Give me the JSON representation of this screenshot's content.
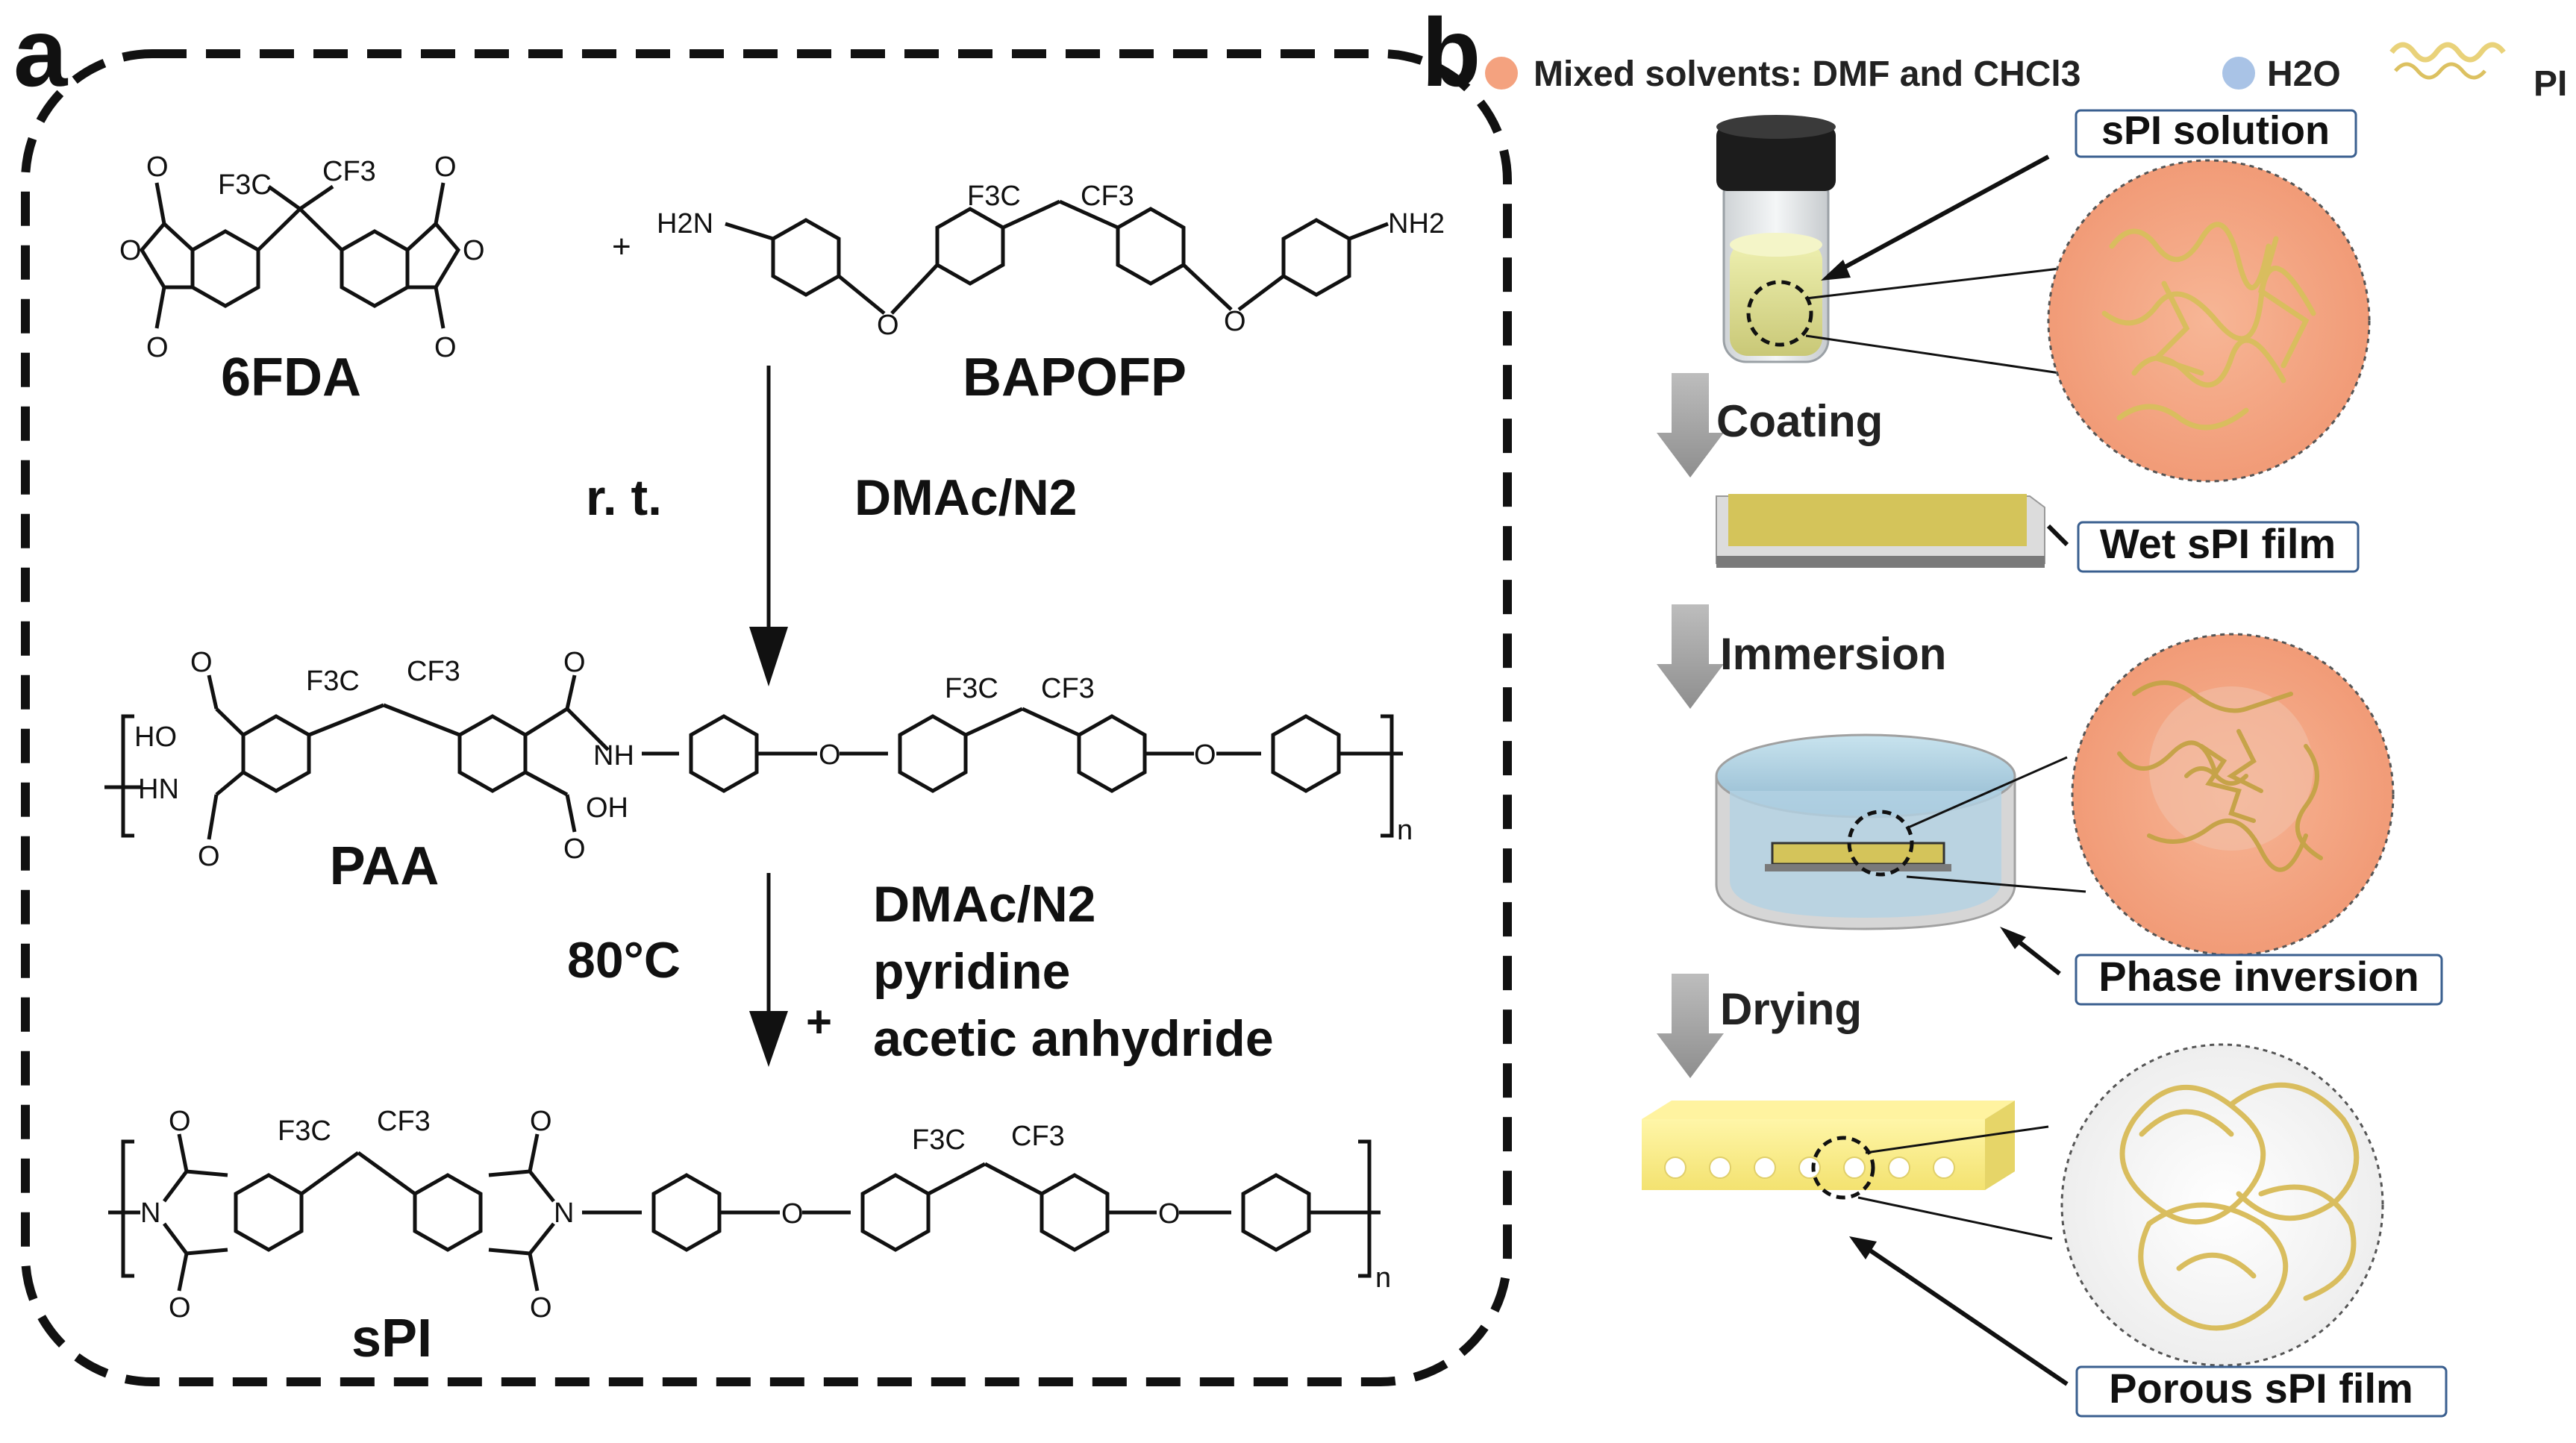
{
  "panel_a": {
    "label": "a",
    "monomer1": {
      "name": "6FDA",
      "carbonyl_o": "O",
      "ring_o": "O",
      "cf3_left": "F3C",
      "cf3_right": "CF3"
    },
    "plus_sign": "+",
    "monomer2": {
      "name": "BAPOFP",
      "amine_left": "H2N",
      "amine_right": "NH2",
      "ether_o": "O",
      "cf3_left": "F3C",
      "cf3_right": "CF3"
    },
    "step1": {
      "left": "r. t.",
      "right": "DMAc/N2"
    },
    "paa": {
      "name": "PAA",
      "ho": "HO",
      "oh": "OH",
      "hn": "HN",
      "nh": "NH",
      "o": "O",
      "n": "n",
      "cf3_left": "F3C",
      "cf3_right": "CF3"
    },
    "step2": {
      "left": "80°C",
      "plus": "+",
      "line1": "DMAc/N2",
      "line2": "pyridine",
      "line3": "acetic anhydride"
    },
    "spi": {
      "name": "sPI",
      "n_atom": "N",
      "o": "O",
      "n": "n",
      "cf3_left": "F3C",
      "cf3_right": "CF3"
    }
  },
  "panel_b": {
    "label": "b",
    "legend": {
      "mixed": "Mixed solvents: DMF and CHCl3",
      "water": "H2O",
      "pi": "PI"
    },
    "colors": {
      "solvent": "#f4a27f",
      "water": "#a9c3e6",
      "pi": "#e9d27a",
      "film": "#d4c45a",
      "box_border": "#3a5f8f"
    },
    "labels": {
      "solution": "sPI solution",
      "wet": "Wet sPI film",
      "phase": "Phase inversion",
      "porous": "Porous sPI film"
    },
    "steps": {
      "coating": "Coating",
      "immersion": "Immersion",
      "drying": "Drying"
    }
  }
}
